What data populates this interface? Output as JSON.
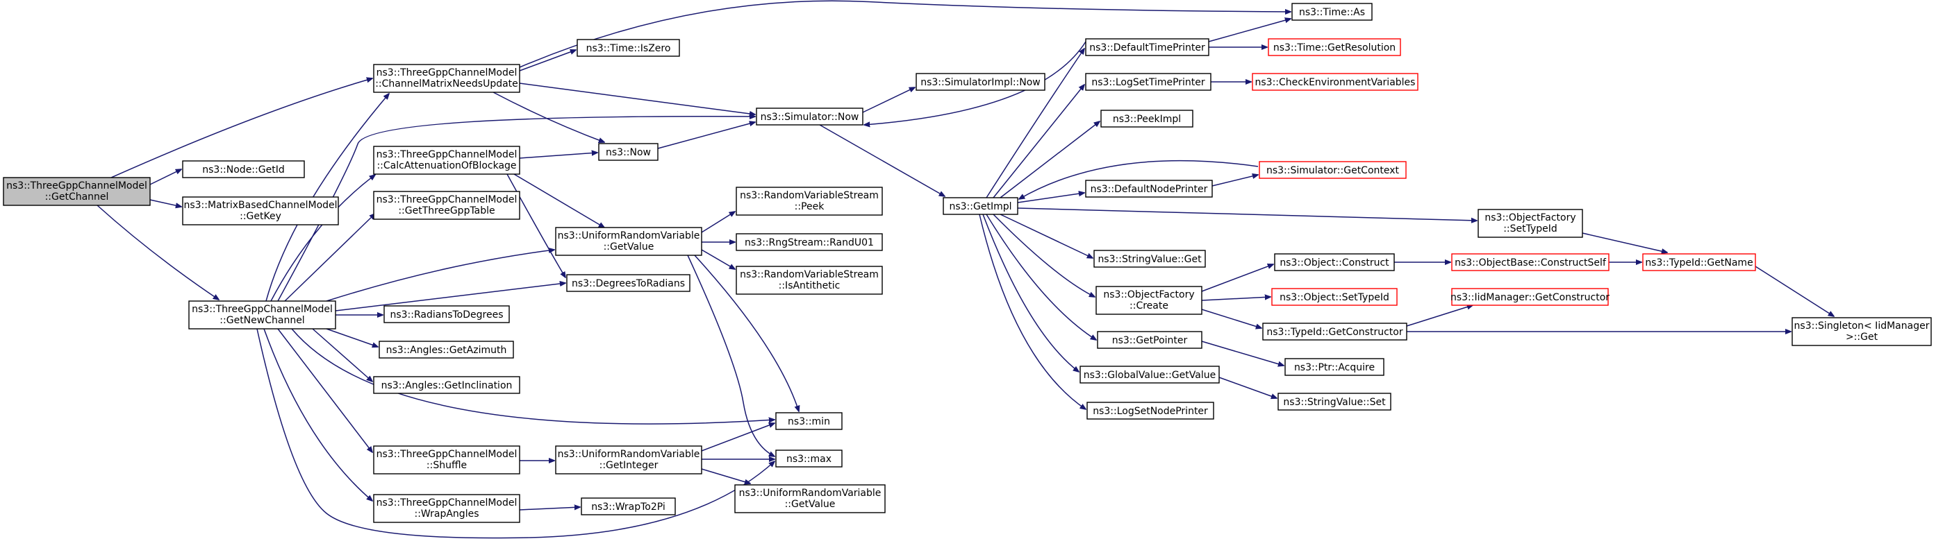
{
  "nodes": [
    {
      "id": "getchannel",
      "lines": [
        "ns3::ThreeGppChannelModel",
        "::GetChannel"
      ],
      "root": true
    },
    {
      "id": "getid",
      "lines": [
        "ns3::Node::GetId"
      ]
    },
    {
      "id": "getkey",
      "lines": [
        "ns3::MatrixBasedChannelModel",
        "::GetKey"
      ]
    },
    {
      "id": "getnewchannel",
      "lines": [
        "ns3::ThreeGppChannelModel",
        "::GetNewChannel"
      ]
    },
    {
      "id": "chanmatrix",
      "lines": [
        "ns3::ThreeGppChannelModel",
        "::ChannelMatrixNeedsUpdate"
      ]
    },
    {
      "id": "calcatten",
      "lines": [
        "ns3::ThreeGppChannelModel",
        "::CalcAttenuationOfBlockage"
      ]
    },
    {
      "id": "getthreegpp",
      "lines": [
        "ns3::ThreeGppChannelModel",
        "::GetThreeGppTable"
      ]
    },
    {
      "id": "radtodeg",
      "lines": [
        "ns3::RadiansToDegrees"
      ]
    },
    {
      "id": "getazimuth",
      "lines": [
        "ns3::Angles::GetAzimuth"
      ]
    },
    {
      "id": "getincl",
      "lines": [
        "ns3::Angles::GetInclination"
      ]
    },
    {
      "id": "shuffle",
      "lines": [
        "ns3::ThreeGppChannelModel",
        "::Shuffle"
      ]
    },
    {
      "id": "wrapangles",
      "lines": [
        "ns3::ThreeGppChannelModel",
        "::WrapAngles"
      ]
    },
    {
      "id": "iszero",
      "lines": [
        "ns3::Time::IsZero"
      ]
    },
    {
      "id": "now",
      "lines": [
        "ns3::Now"
      ]
    },
    {
      "id": "urvgetvalue",
      "lines": [
        "ns3::UniformRandomVariable",
        "::GetValue"
      ]
    },
    {
      "id": "degtorad",
      "lines": [
        "ns3::DegreesToRadians"
      ]
    },
    {
      "id": "urvgetint",
      "lines": [
        "ns3::UniformRandomVariable",
        "::GetInteger"
      ]
    },
    {
      "id": "wraptopi",
      "lines": [
        "ns3::WrapTo2Pi"
      ]
    },
    {
      "id": "simnow",
      "lines": [
        "ns3::Simulator::Now"
      ]
    },
    {
      "id": "rvspeek",
      "lines": [
        "ns3::RandomVariableStream",
        "::Peek"
      ]
    },
    {
      "id": "randu01",
      "lines": [
        "ns3::RngStream::RandU01"
      ]
    },
    {
      "id": "isanti",
      "lines": [
        "ns3::RandomVariableStream",
        "::IsAntithetic"
      ]
    },
    {
      "id": "min",
      "lines": [
        "ns3::min"
      ]
    },
    {
      "id": "max",
      "lines": [
        "ns3::max"
      ]
    },
    {
      "id": "urvgetvalue2",
      "lines": [
        "ns3::UniformRandomVariable",
        "::GetValue"
      ]
    },
    {
      "id": "simimplnow",
      "lines": [
        "ns3::SimulatorImpl::Now"
      ]
    },
    {
      "id": "getimpl",
      "lines": [
        "ns3::GetImpl"
      ]
    },
    {
      "id": "deftimeprinter",
      "lines": [
        "ns3::DefaultTimePrinter"
      ]
    },
    {
      "id": "logsettimeprinter",
      "lines": [
        "ns3::LogSetTimePrinter"
      ]
    },
    {
      "id": "peekimpl",
      "lines": [
        "ns3::PeekImpl"
      ]
    },
    {
      "id": "defnodeprinter",
      "lines": [
        "ns3::DefaultNodePrinter"
      ]
    },
    {
      "id": "strvalget",
      "lines": [
        "ns3::StringValue::Get"
      ]
    },
    {
      "id": "ofcreate",
      "lines": [
        "ns3::ObjectFactory",
        "::Create"
      ]
    },
    {
      "id": "getpointer",
      "lines": [
        "ns3::GetPointer"
      ]
    },
    {
      "id": "gvgetvalue",
      "lines": [
        "ns3::GlobalValue::GetValue"
      ]
    },
    {
      "id": "logsetnodeprinter",
      "lines": [
        "ns3::LogSetNodePrinter"
      ]
    },
    {
      "id": "timeas",
      "lines": [
        "ns3::Time::As"
      ]
    },
    {
      "id": "getresolution",
      "lines": [
        "ns3::Time::GetResolution"
      ],
      "red": true
    },
    {
      "id": "checkenv",
      "lines": [
        "ns3::CheckEnvironmentVariables"
      ],
      "red": true
    },
    {
      "id": "getcontext",
      "lines": [
        "ns3::Simulator::GetContext"
      ],
      "red": true
    },
    {
      "id": "ofsettypeid",
      "lines": [
        "ns3::ObjectFactory",
        "::SetTypeId"
      ]
    },
    {
      "id": "objconstruct",
      "lines": [
        "ns3::Object::Construct"
      ]
    },
    {
      "id": "objsettypeid",
      "lines": [
        "ns3::Object::SetTypeId"
      ],
      "red": true
    },
    {
      "id": "tidgetctor",
      "lines": [
        "ns3::TypeId::GetConstructor"
      ]
    },
    {
      "id": "ptracquire",
      "lines": [
        "ns3::Ptr::Acquire"
      ]
    },
    {
      "id": "strvalset",
      "lines": [
        "ns3::StringValue::Set"
      ]
    },
    {
      "id": "obconstructself",
      "lines": [
        "ns3::ObjectBase::ConstructSelf"
      ],
      "red": true
    },
    {
      "id": "iidgetctor",
      "lines": [
        "ns3::IidManager::GetConstructor"
      ],
      "red": true
    },
    {
      "id": "tidgetname",
      "lines": [
        "ns3::TypeId::GetName"
      ],
      "red": true
    },
    {
      "id": "singleton",
      "lines": [
        "ns3::Singleton< IidManager",
        ">::Get"
      ]
    }
  ]
}
